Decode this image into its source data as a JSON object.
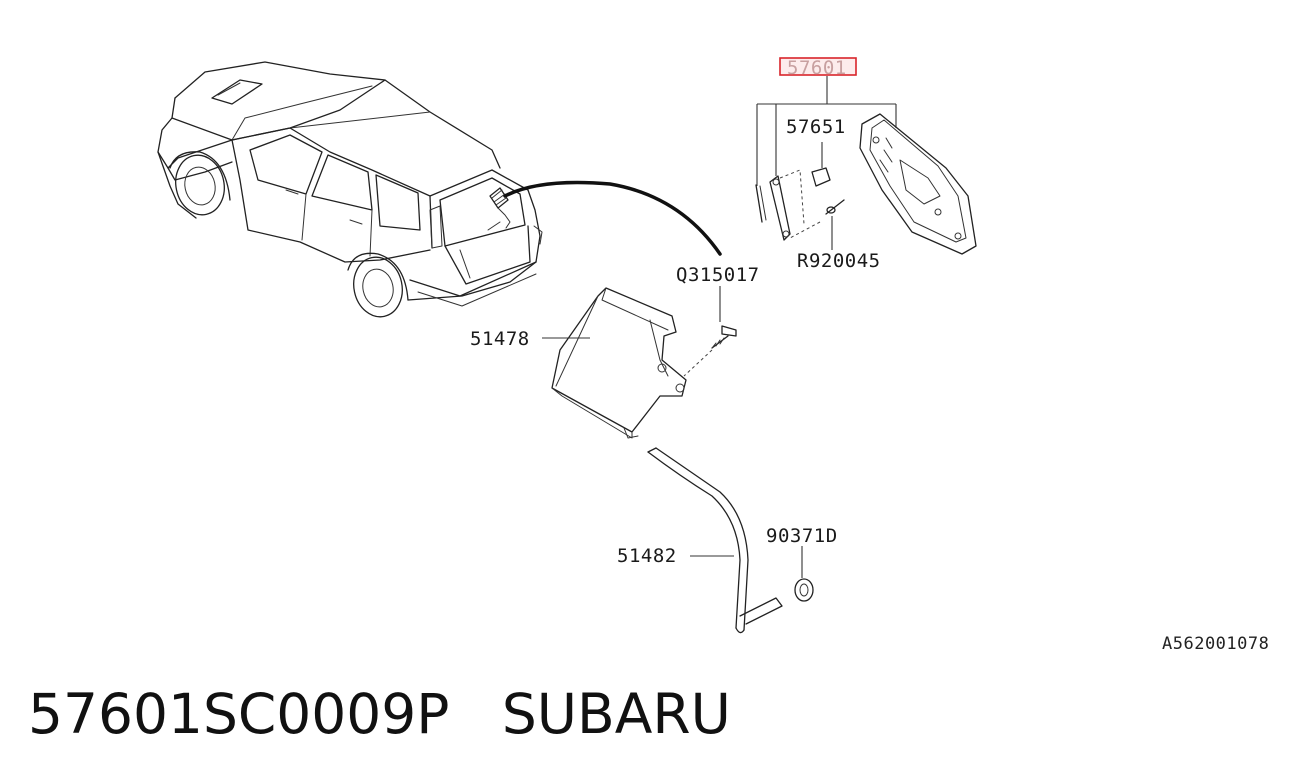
{
  "callouts": {
    "c57601": "57601",
    "c57651": "57651",
    "cR920045": "R920045",
    "cQ315017": "Q315017",
    "c51478": "51478",
    "c51482": "51482",
    "c90371D": "90371D"
  },
  "illustration_code": "A562001078",
  "part_number": "57601SC0009P",
  "brand": "SUBARU",
  "colors": {
    "highlight_border": "#d9252b",
    "highlight_fill": "#fdecec"
  }
}
